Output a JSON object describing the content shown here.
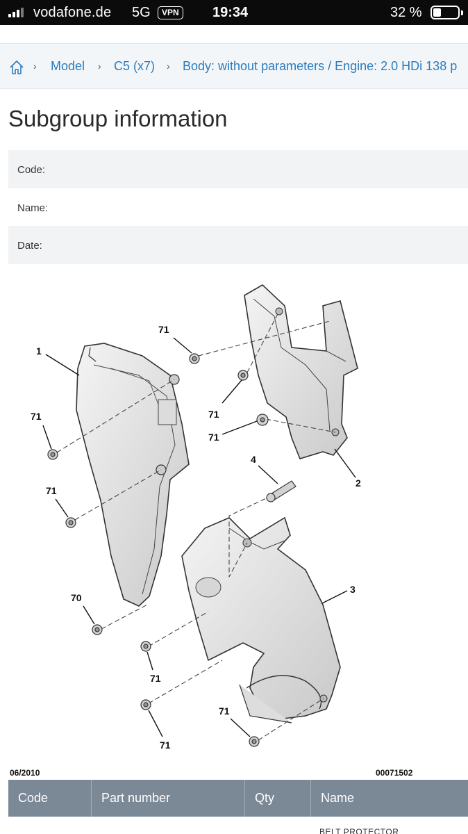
{
  "status_bar": {
    "carrier": "vodafone.de",
    "network": "5G",
    "vpn": "VPN",
    "time": "19:34",
    "battery": "32 %",
    "battery_level": 0.32
  },
  "breadcrumb": {
    "home_icon": "home-icon",
    "items": [
      "Model",
      "C5 (x7)",
      "Body: without parameters / Engine: 2.0 HDi 138 p"
    ]
  },
  "page_title": "Subgroup information",
  "info": {
    "code_label": "Code:",
    "name_label": "Name:",
    "date_label": "Date:"
  },
  "diagram": {
    "date": "06/2010",
    "ref": "00071502",
    "callouts": [
      "1",
      "2",
      "3",
      "4",
      "70",
      "71"
    ]
  },
  "parts_table": {
    "headers": [
      "Code",
      "Part number",
      "Qty",
      "Name"
    ],
    "first_row_name_partial": "BELT PROTECTOR"
  },
  "colors": {
    "link": "#2b7bbd",
    "table_header": "#7b8896",
    "shaded_row": "#f1f3f5"
  }
}
